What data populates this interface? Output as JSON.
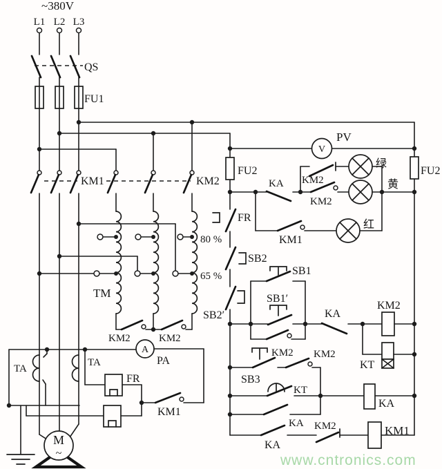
{
  "meta": {
    "description": "Autotransformer reduced-voltage motor starter schematic",
    "background": "#fffdfc",
    "ink": "#1c1c1c",
    "watermark_color": "#9ed49e"
  },
  "labels": {
    "supply": "~380V",
    "l1": "L1",
    "l2": "L2",
    "l3": "L3",
    "qs": "QS",
    "fu1": "FU1",
    "km1_main": "KM1",
    "km2_main": "KM2",
    "fu2_left": "FU2",
    "fu2_right": "FU2",
    "pv": "PV",
    "v_meter": "V",
    "lamp_green": "绿",
    "lamp_yellow": "黄",
    "lamp_red": "红",
    "ka_lamps": "KA",
    "km2_nc_green": "KM2",
    "km2_no_yellow": "KM2",
    "km1_red": "KM1",
    "fr_contact": "FR",
    "tap80": "80 %",
    "tap65": "65 %",
    "sb2": "SB2",
    "sb2p": "SB2′",
    "tm": "TM",
    "km2_star1": "KM2",
    "km2_star2": "KM2",
    "sb1": "SB1",
    "sb1p": "SB1′",
    "km2_hold": "KM2",
    "ka_main": "KA",
    "km2_coil": "KM2",
    "kt_coil": "KT",
    "sb3": "SB3",
    "km2_sb3": "KM2",
    "kt_contact": "KT",
    "ka_coil": "KA",
    "ka_row": "KA",
    "ka_bottom": "KA",
    "km2_nc_bottom": "KM2",
    "km1_coil": "KM1",
    "a_meter": "A",
    "pa": "PA",
    "ta1": "TA",
    "ta2": "TA",
    "fr_heater": "FR",
    "km1_bypass": "KM1",
    "motor_m": "M",
    "motor_wave": "~"
  },
  "watermark": "www.cntronics.com"
}
